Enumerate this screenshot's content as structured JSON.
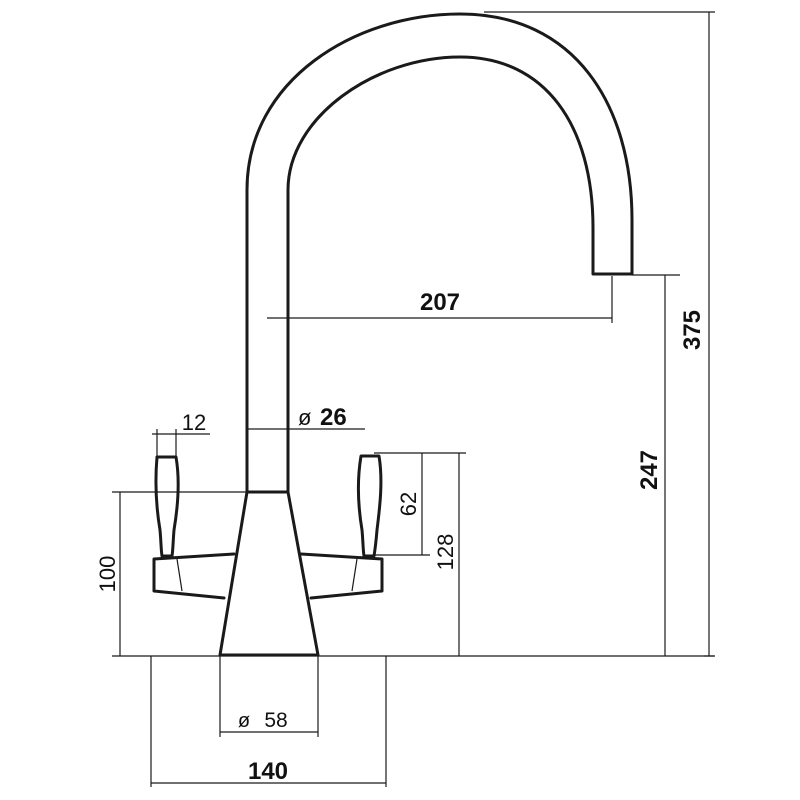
{
  "drawing": {
    "type": "faucet-technical-drawing",
    "line_color": "#1a1a1a",
    "background": "#ffffff",
    "dimensions": {
      "height_total": "375",
      "spout_height": "247",
      "spout_reach": "207",
      "spout_diameter": "26",
      "lever_width": "12",
      "lever_height": "62",
      "lever_top_height": "128",
      "handle_height": "100",
      "base_diameter": "58",
      "overall_width": "140"
    },
    "diameter_symbol": "ø"
  }
}
